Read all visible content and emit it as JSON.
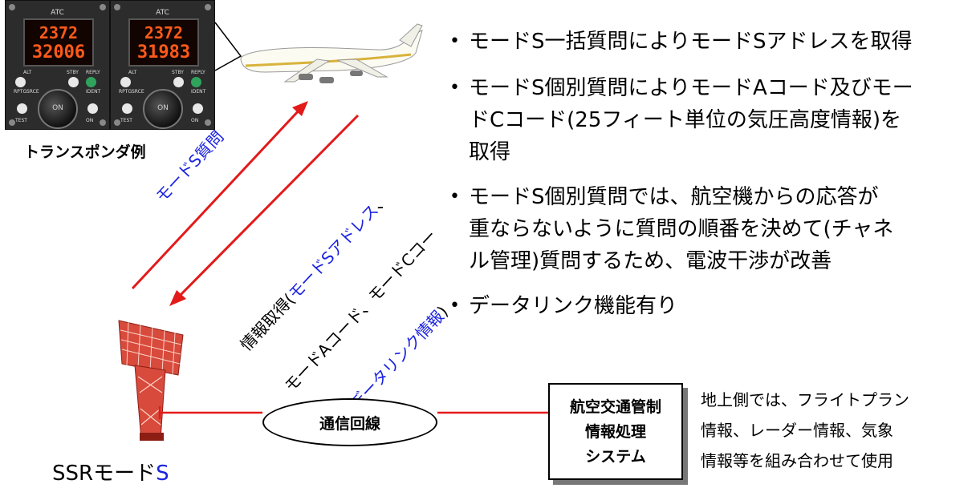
{
  "transponders": [
    {
      "title": "ATC",
      "code": "2372",
      "altitude": "32006",
      "labels": [
        "ALT",
        "STBY",
        "REPLY",
        "RPTG",
        "SRCE",
        "IDENT",
        "TEST",
        "ON"
      ]
    },
    {
      "title": "ATC",
      "code": "2372",
      "altitude": "31983",
      "labels": [
        "ALT",
        "STBY",
        "REPLY",
        "RPTG",
        "SRCE",
        "IDENT",
        "TEST",
        "ON"
      ]
    }
  ],
  "knob_label": "ON",
  "transponder_caption": "トランスポンダ例",
  "arrow_up_label": "モードS質問",
  "arrow_down_label": {
    "line1_black": "情報取得(",
    "line1_blue": "モードSアドレス",
    "line1_tail": "、",
    "line2": "モードAコード、モードCコー",
    "line3_black": "ド、",
    "line3_blue": "データリンク情報",
    "line3_tail": ")"
  },
  "bullets": [
    "モードS一括質問によりモードSアドレスを取得",
    "モードS個別質問によりモードAコード及びモー\nドCコード(25フィート単位の気圧高度情報)を\n取得",
    "モードS個別質問では、航空機からの応答が\n重ならないように質問の順番を決めて(チャネ\nル管理)質問するため、電波干渉が改善",
    "データリンク機能有り"
  ],
  "link_label": "通信回線",
  "system_box": "航空交通管制\n情報処理\nシステム",
  "ground_note": "地上側では、フライトプラン\n情報、レーダー情報、気象\n情報等を組み合わせて使用",
  "ssr_label_black": "SSRモード",
  "ssr_label_blue": "S",
  "colors": {
    "arrow": "#e31a1a",
    "blue_text": "#1a22e0"
  }
}
